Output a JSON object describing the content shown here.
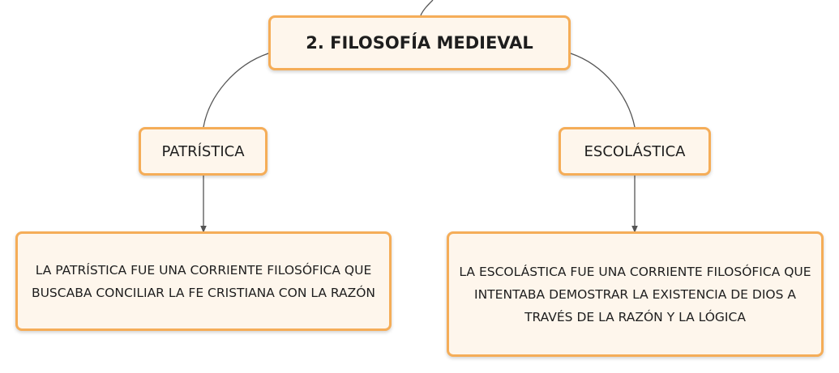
{
  "colors": {
    "node_border": "#f5ad58",
    "node_fill": "#fef6ec",
    "connector": "#555555"
  },
  "root": {
    "title": "2. FILOSOFÍA MEDIEVAL"
  },
  "branches": [
    {
      "label": "PATRÍSTICA",
      "description": "LA PATRÍSTICA FUE UNA CORRIENTE FILOSÓFICA QUE BUSCABA CONCILIAR LA FE CRISTIANA CON LA RAZÓN"
    },
    {
      "label": "ESCOLÁSTICA",
      "description": "LA ESCOLÁSTICA FUE UNA CORRIENTE FILOSÓFICA QUE INTENTABA DEMOSTRAR LA EXISTENCIA DE DIOS A TRAVÉS DE LA RAZÓN Y LA LÓGICA"
    }
  ]
}
